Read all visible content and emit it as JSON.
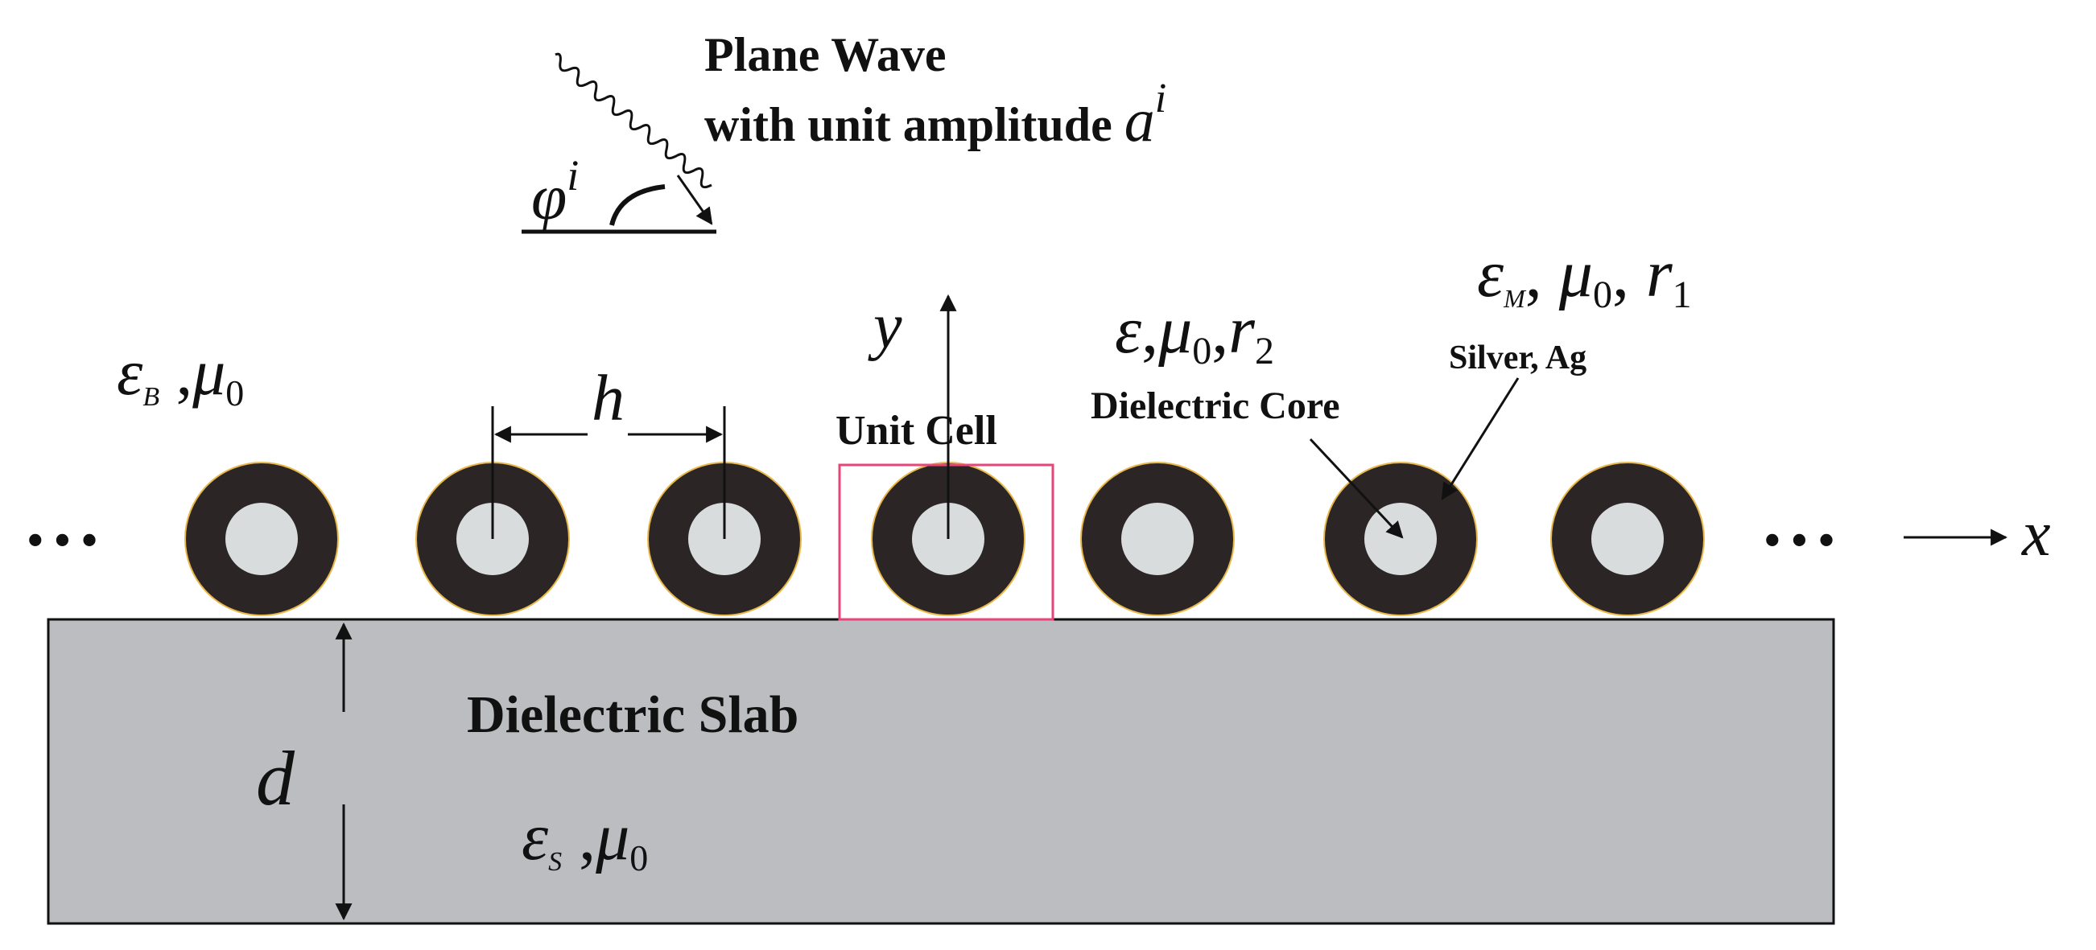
{
  "incident_wave": {
    "title_line1": "Plane Wave",
    "title_line2_prefix": "with unit amplitude ",
    "amplitude_symbol": "a",
    "amplitude_superscript": "i",
    "angle_symbol": "φ",
    "angle_superscript": "i"
  },
  "background_medium": {
    "permittivity": "ε",
    "permittivity_sub": "B",
    "separator": " ,",
    "permeability": "μ",
    "permeability_sub": "0"
  },
  "period_label": "h",
  "axes": {
    "y_label": "y",
    "x_label": "x",
    "ellipsis_left": "• • •",
    "ellipsis_right": "• • •"
  },
  "unit_cell_label": "Unit  Cell",
  "core": {
    "permittivity": "ε",
    "sep1": ",",
    "permeability": "μ",
    "permeability_sub": "0",
    "sep2": ",",
    "radius": "r",
    "radius_sub": "2",
    "label": "Dielectric Core"
  },
  "shell": {
    "permittivity": "ε",
    "permittivity_sub": "M",
    "sep1": ", ",
    "permeability": "μ",
    "permeability_sub": "0",
    "sep2": ", ",
    "radius": "r",
    "radius_sub": "1",
    "label": "Silver, Ag"
  },
  "slab": {
    "label": "Dielectric Slab",
    "thickness": "d",
    "permittivity": "ε",
    "permittivity_sub": "S",
    "separator": " ,",
    "permeability": "μ",
    "permeability_sub": "0"
  },
  "colors": {
    "shell": "#2b2526",
    "shell_outline": "#e8b84a",
    "core": "#d9dcdd",
    "slab": "#bcbdc0",
    "unit_cell_box": "#e8457a",
    "ink": "#111111"
  },
  "cylinder_count": 7
}
